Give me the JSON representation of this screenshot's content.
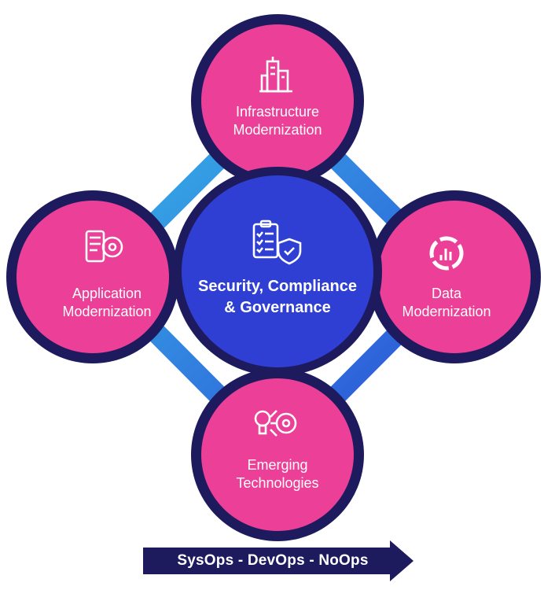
{
  "colors": {
    "ring_dark": "#1e1a5e",
    "node_fill": "#ec3f97",
    "center_fill": "#2f3fd4",
    "connector_light": "#37b8e8",
    "connector_dark": "#2b63d9",
    "arrow_fill": "#1e1a5e"
  },
  "nodes": {
    "infrastructure": {
      "line1": "Infrastructure",
      "line2": "Modernization",
      "icon": "buildings-icon"
    },
    "application": {
      "line1": "Application",
      "line2": "Modernization",
      "icon": "app-gear-icon"
    },
    "data": {
      "line1": "Data",
      "line2": "Modernization",
      "icon": "donut-chart-icon"
    },
    "emerging": {
      "line1": "Emerging",
      "line2": "Technologies",
      "icon": "bulb-gear-icon"
    }
  },
  "center": {
    "line1": "Security, Compliance",
    "line2": "& Governance",
    "icon": "checklist-shield-icon"
  },
  "ops_arrow": {
    "label": "SysOps - DevOps - NoOps"
  }
}
